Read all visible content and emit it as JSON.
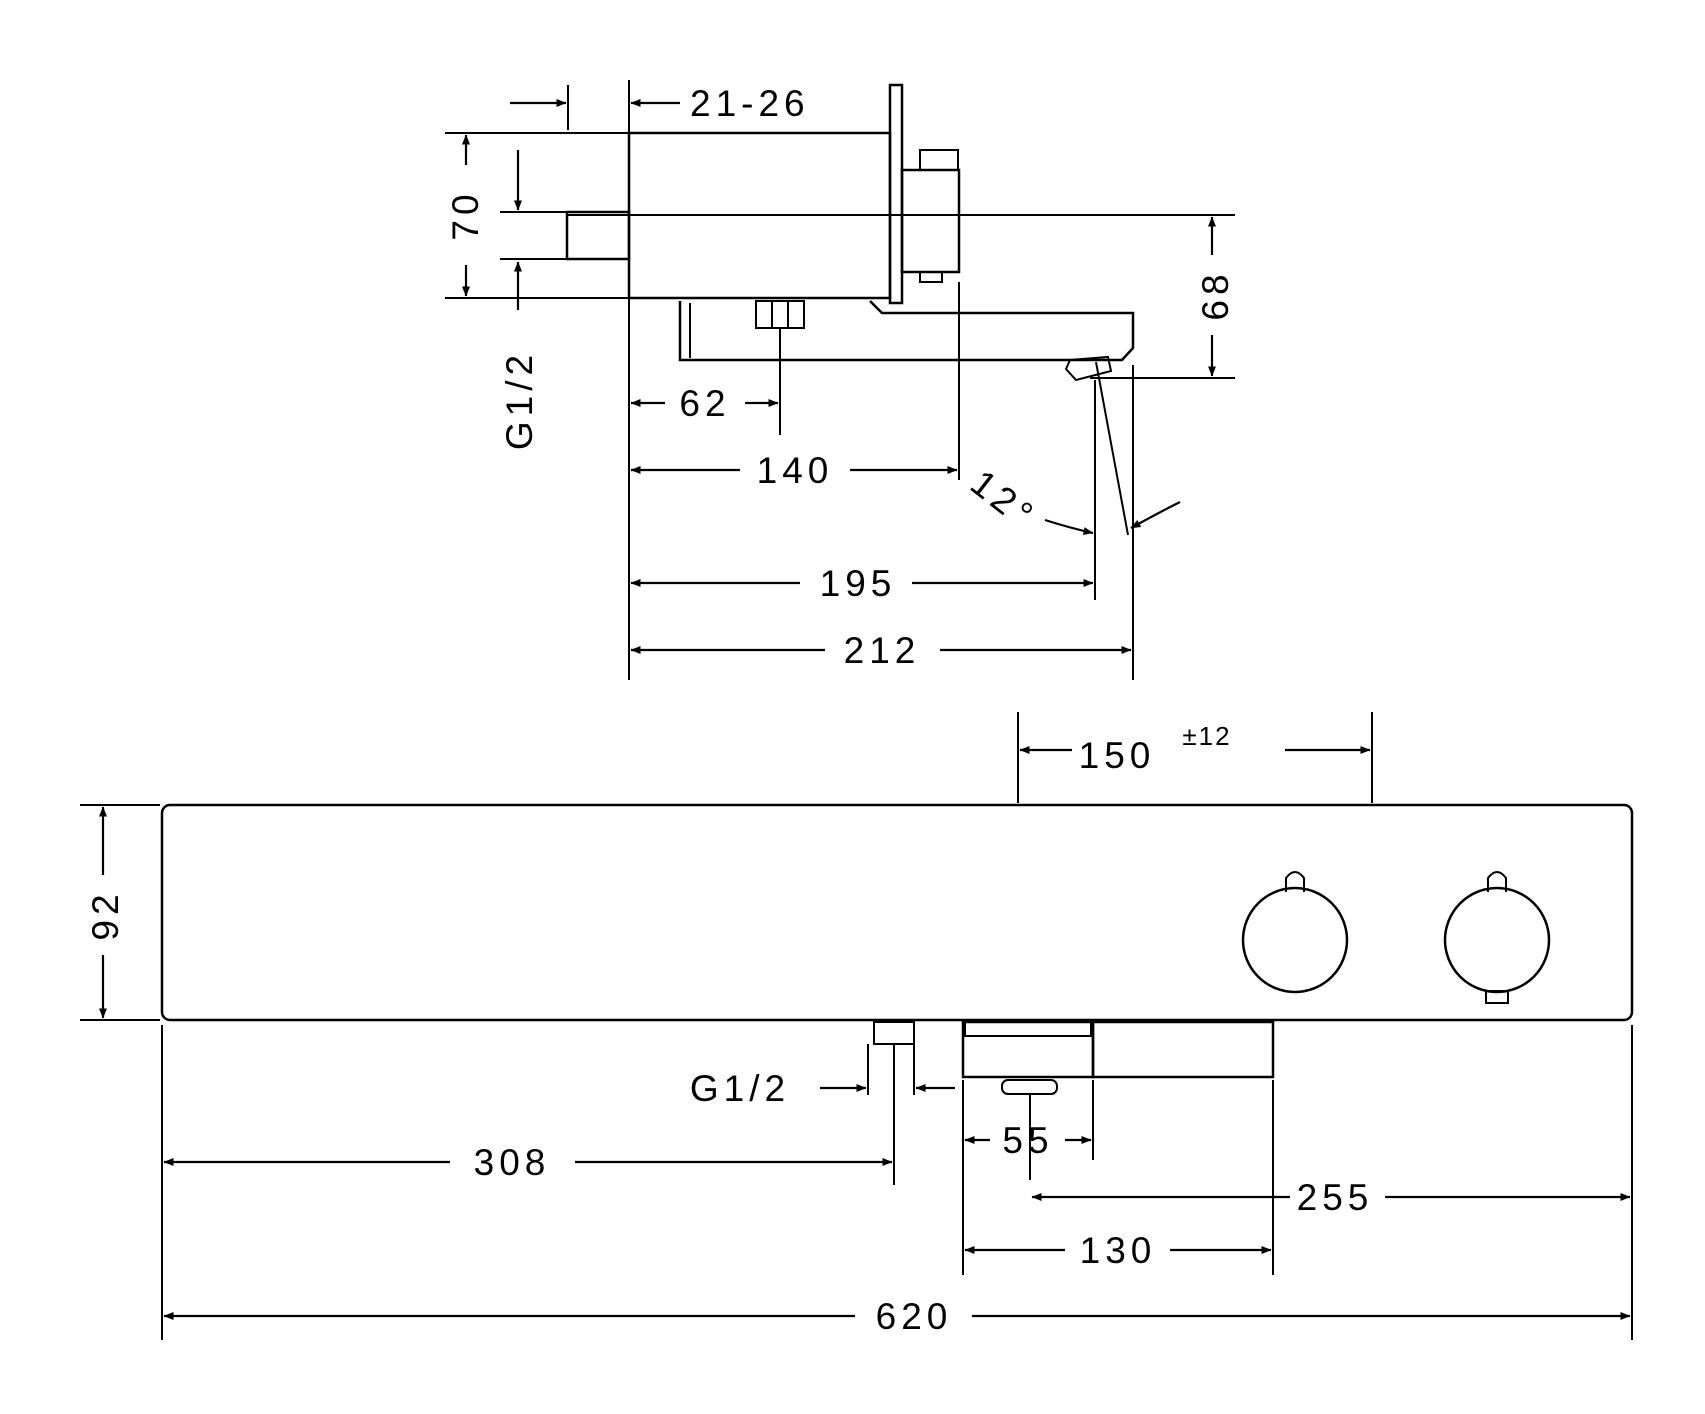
{
  "side_view": {
    "wall_offset_label": "21-26",
    "height_label": "70",
    "thread_label": "G1/2",
    "spout_height_label": "68",
    "inlet_distance_label": "62",
    "depth_label": "140",
    "angle_label": "12°",
    "outlet_label": "195",
    "projection_label": "212"
  },
  "front_view": {
    "centers_label": "150",
    "centers_tolerance": "±12",
    "height_label": "92",
    "thread_label": "G1/2",
    "spout_width_label": "55",
    "inlet_position_label": "308",
    "outlet_to_right_label": "255",
    "spout_length_label": "130",
    "width_label": "620"
  }
}
